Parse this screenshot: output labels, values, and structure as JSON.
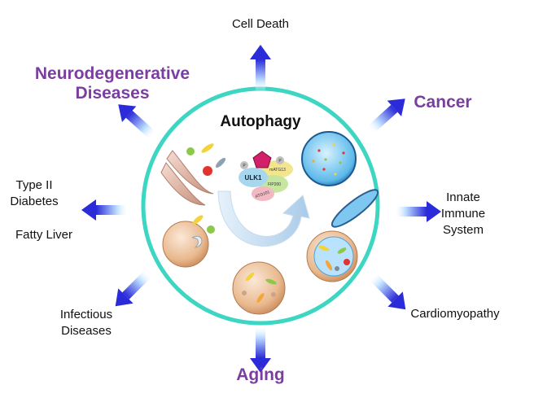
{
  "diagram": {
    "title": "Autophagy",
    "colors": {
      "ring": "#3dd6c3",
      "arrow": "#2b2bd9",
      "arrow_light": "#cfe9ff",
      "highlight_text": "#7a3ea1"
    },
    "labels": {
      "cell_death": "Cell Death",
      "neuro_line1": "Neurodegenerative",
      "neuro_line2": "Diseases",
      "cancer": "Cancer",
      "type2_line1": "Type II",
      "type2_line2": "Diabetes",
      "fatty_liver": "Fatty Liver",
      "innate_line1": "Innate",
      "innate_line2": "Immune",
      "innate_line3": "System",
      "infectious_line1": "Infectious",
      "infectious_line2": "Diseases",
      "cardiomyopathy": "Cardiomyopathy",
      "aging": "Aging"
    },
    "complex_labels": {
      "ulk1": "ULK1",
      "atg13": "mATG13",
      "fip200": "FIP200",
      "atg101": "ATG101",
      "p": "P"
    }
  }
}
